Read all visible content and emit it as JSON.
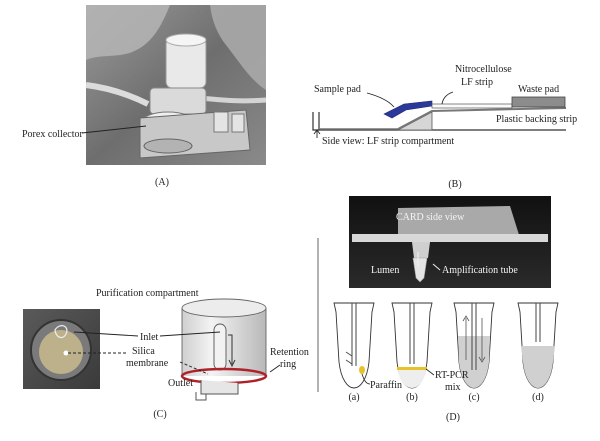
{
  "panels": {
    "A": {
      "caption": "(A)",
      "labels": {
        "porex_collector": "Porex collector"
      }
    },
    "B": {
      "caption": "(B)",
      "labels": {
        "sample_pad": "Sample pad",
        "nitrocellulose_1": "Nitrocellulose",
        "nitrocellulose_2": "LF strip",
        "waste_pad": "Waste pad",
        "plastic_backing": "Plastic backing strip",
        "side_view": "Side view: LF strip compartment"
      }
    },
    "C": {
      "caption": "(C)",
      "labels": {
        "purification": "Purification compartment",
        "inlet": "Inlet",
        "silica_1": "Silica",
        "silica_2": "membrane",
        "retention_1": "Retention",
        "retention_2": "ring",
        "outlet": "Outlet"
      }
    },
    "D": {
      "caption": "(D)",
      "labels": {
        "card_side_view": "CARD side view",
        "lumen": "Lumen",
        "amplification_tube": "Amplification tube",
        "paraffin": "Paraffin",
        "rtpcr_1": "RT-PCR",
        "rtpcr_2": "mix",
        "tube_a": "(a)",
        "tube_b": "(b)",
        "tube_c": "(c)",
        "tube_d": "(d)"
      }
    }
  },
  "colors": {
    "strip_blue": "#2b3a9a",
    "retention_red": "#b0222a",
    "paraffin_yellow": "#e8c22a",
    "liquid_gray": "#d0d0d0",
    "photo_dark": "#1e1e1e"
  }
}
